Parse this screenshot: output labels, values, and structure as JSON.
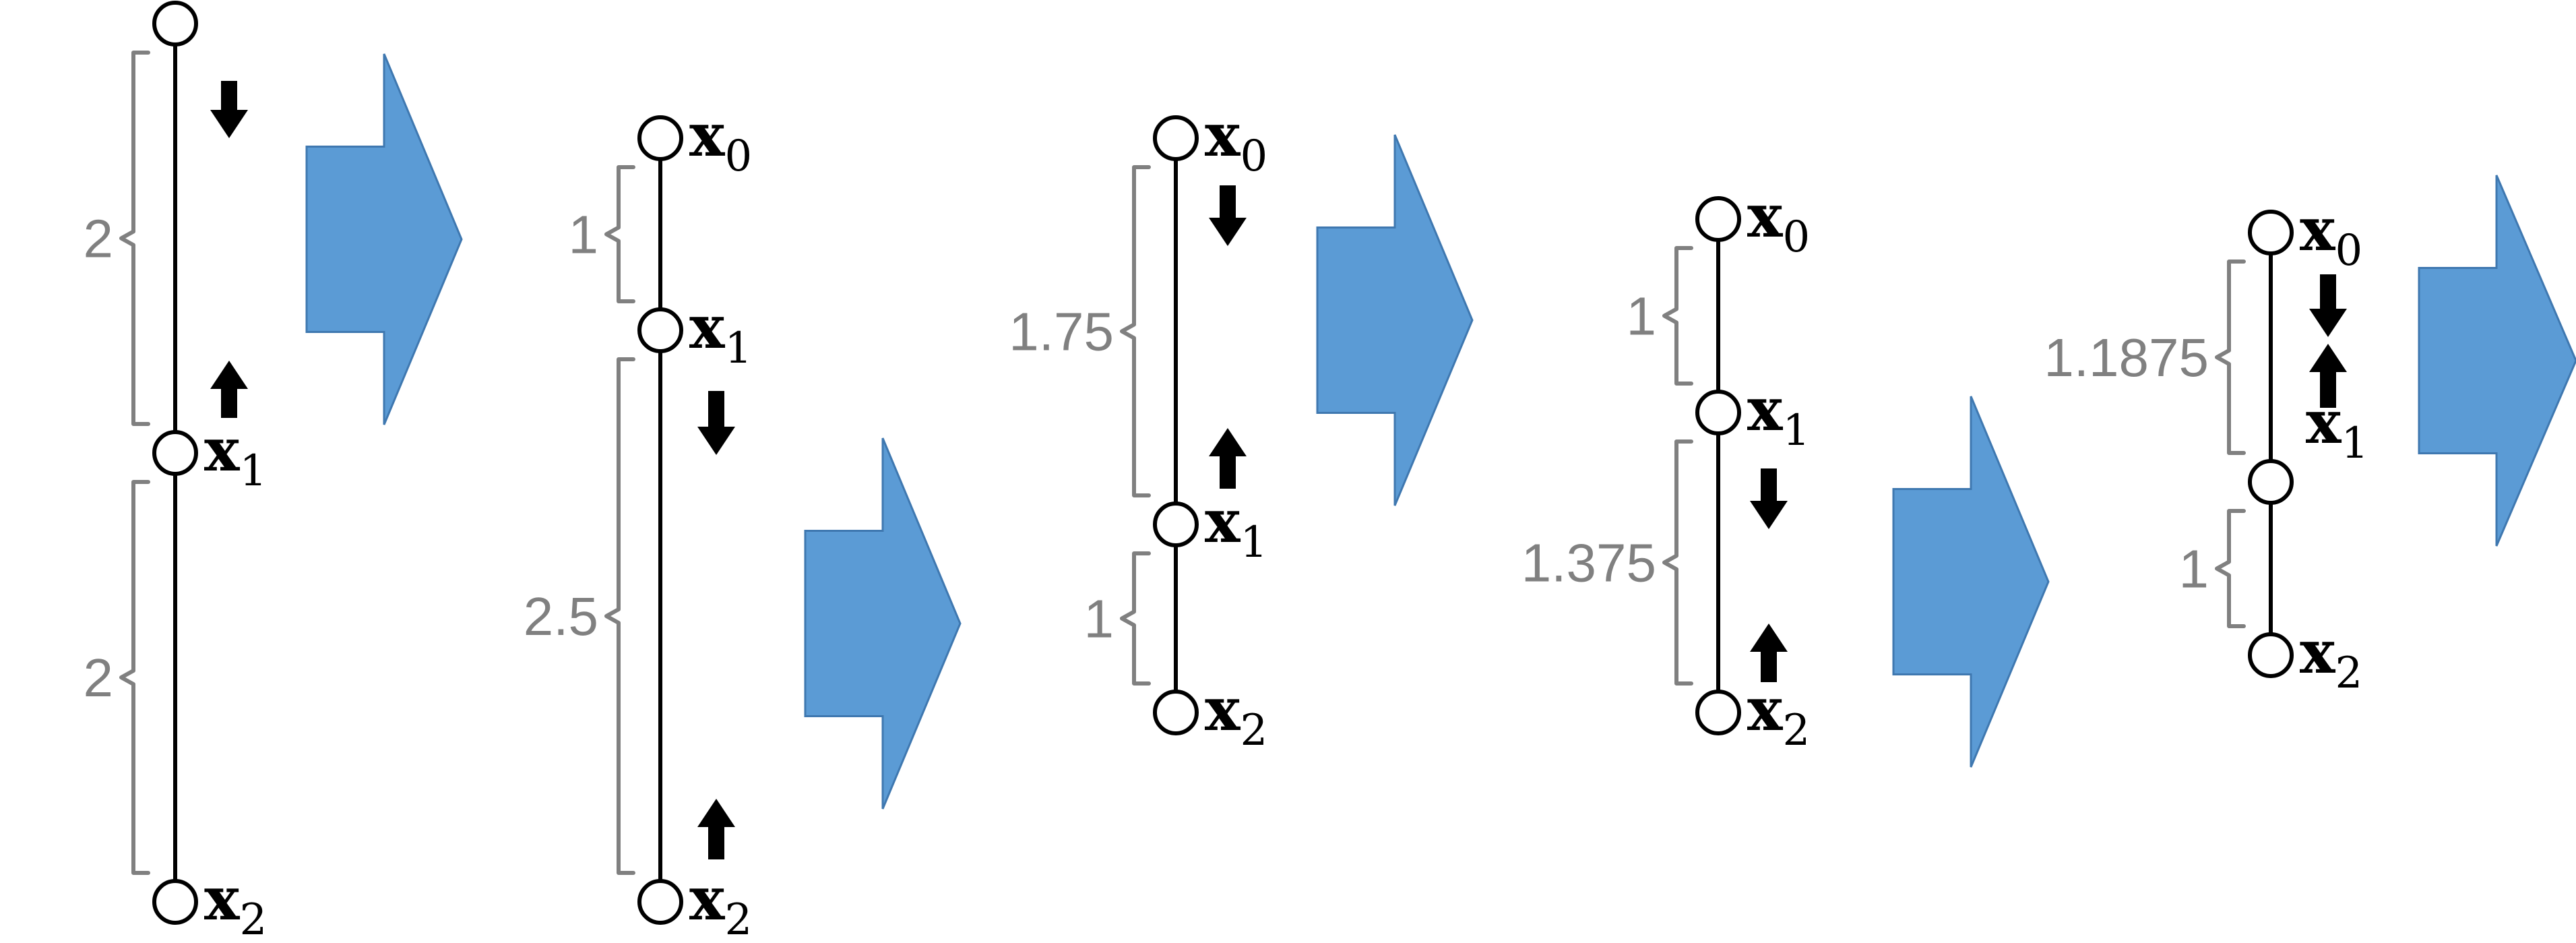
{
  "colors": {
    "background": "#ffffff",
    "chain_line": "#000000",
    "brace": "#808080",
    "label_number": "#808080",
    "label_var": "#000000",
    "step_arrow": "#5b9bd5",
    "step_arrow_border": "#3f78b0",
    "motion_arrow": "#000000"
  },
  "icons": {
    "node": "hollow-circle-icon",
    "step": "right-chevron-arrow-icon",
    "move_down": "arrow-down-icon",
    "move_up": "arrow-up-icon"
  },
  "panels": [
    {
      "id": "p1",
      "nodes": [
        {
          "label": ""
        },
        {
          "label": "x",
          "sub": "1"
        },
        {
          "label": "x",
          "sub": "2"
        }
      ],
      "segments": [
        "2",
        "2"
      ],
      "motions": [
        {
          "dir": "down",
          "segment": 0,
          "end": "top"
        },
        {
          "dir": "up",
          "segment": 0,
          "end": "bottom"
        }
      ]
    },
    {
      "id": "p2",
      "nodes": [
        {
          "label": "x",
          "sub": "0"
        },
        {
          "label": "x",
          "sub": "1"
        },
        {
          "label": "x",
          "sub": "2"
        }
      ],
      "segments": [
        "1",
        "2.5"
      ],
      "motions": [
        {
          "dir": "down",
          "segment": 1,
          "end": "top"
        },
        {
          "dir": "up",
          "segment": 1,
          "end": "bottom"
        }
      ]
    },
    {
      "id": "p3",
      "nodes": [
        {
          "label": "x",
          "sub": "0"
        },
        {
          "label": "x",
          "sub": "1"
        },
        {
          "label": "x",
          "sub": "2"
        }
      ],
      "segments": [
        "1.75",
        "1"
      ],
      "motions": [
        {
          "dir": "down",
          "segment": 0,
          "end": "top"
        },
        {
          "dir": "up",
          "segment": 0,
          "end": "bottom"
        }
      ]
    },
    {
      "id": "p4",
      "nodes": [
        {
          "label": "x",
          "sub": "0"
        },
        {
          "label": "x",
          "sub": "1"
        },
        {
          "label": "x",
          "sub": "2"
        }
      ],
      "segments": [
        "1",
        "1.375"
      ],
      "motions": [
        {
          "dir": "down",
          "segment": 1,
          "end": "top"
        },
        {
          "dir": "up",
          "segment": 1,
          "end": "bottom"
        }
      ]
    },
    {
      "id": "p5",
      "nodes": [
        {
          "label": "x",
          "sub": "0"
        },
        {
          "label": "",
          "side_label": "x",
          "side_sub": "1"
        },
        {
          "label": "x",
          "sub": "2"
        }
      ],
      "segments": [
        "1.1875",
        "1"
      ],
      "motions": [
        {
          "dir": "down",
          "segment": 0,
          "end": "top"
        },
        {
          "dir": "up",
          "segment": 0,
          "end": "bottom"
        }
      ]
    }
  ],
  "steps": 5
}
